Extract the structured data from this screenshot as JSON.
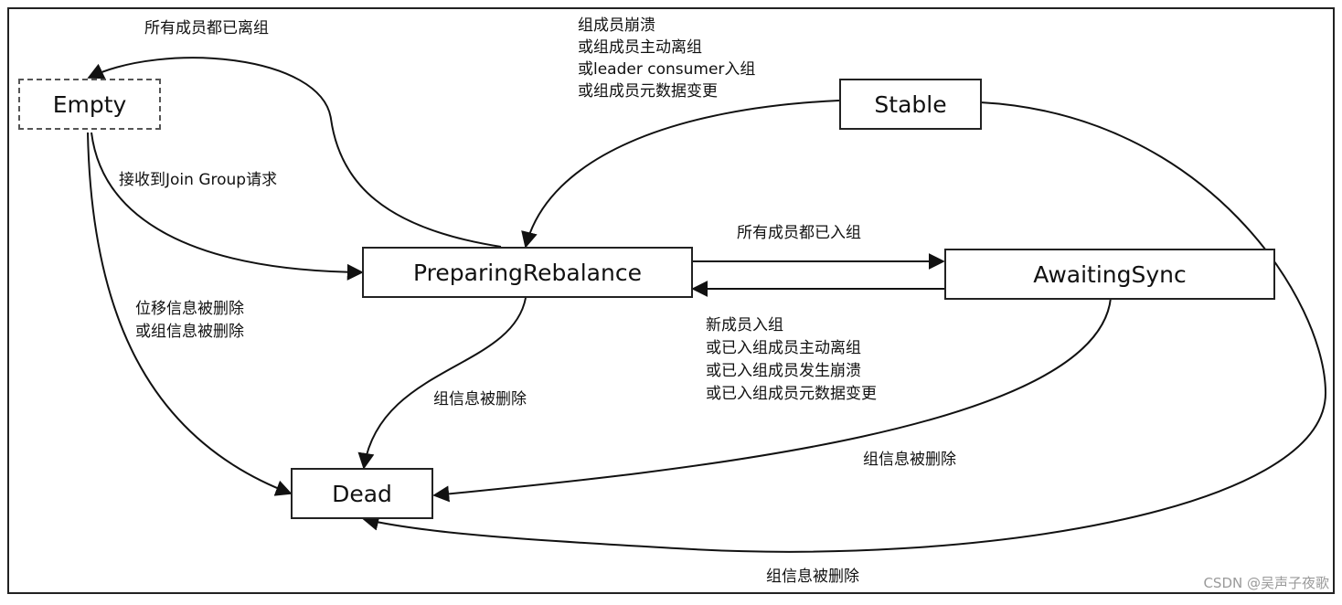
{
  "states": {
    "empty": "Empty",
    "stable": "Stable",
    "preparing_rebalance": "PreparingRebalance",
    "awaiting_sync": "AwaitingSync",
    "dead": "Dead"
  },
  "transitions": {
    "all_left": "所有成员都已离组",
    "join_request": "接收到Join Group请求",
    "stable_to_preparing": [
      "组成员崩溃",
      "或组成员主动离组",
      "或leader consumer入组",
      "或组成员元数据变更"
    ],
    "all_joined": "所有成员都已入组",
    "awaiting_to_preparing": [
      "新成员入组",
      "或已入组成员主动离组",
      "或已入组成员发生崩溃",
      "或已入组成员元数据变更"
    ],
    "empty_to_dead": [
      "位移信息被删除",
      "或组信息被删除"
    ],
    "preparing_to_dead": "组信息被删除",
    "awaiting_to_dead": "组信息被删除",
    "stable_to_dead": "组信息被删除"
  },
  "watermark": "CSDN @吴声子夜歌"
}
